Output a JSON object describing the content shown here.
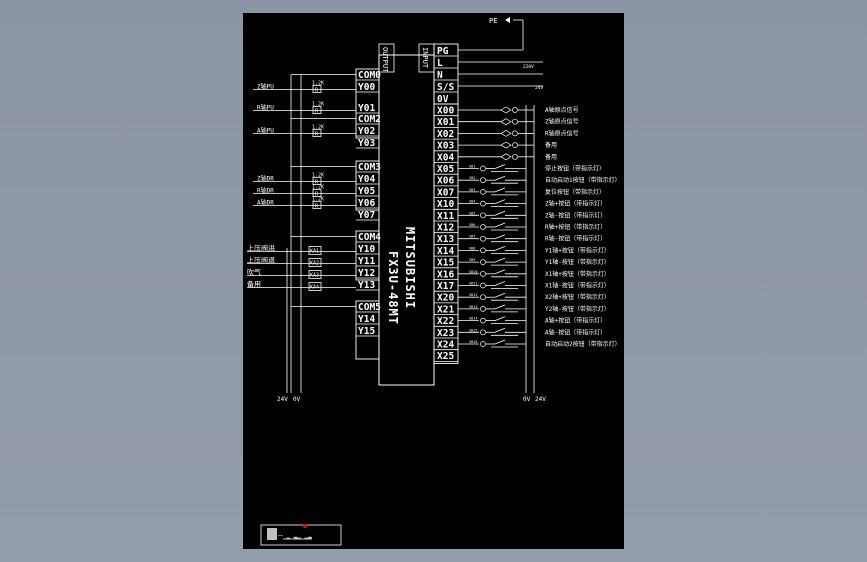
{
  "colors": {
    "background": "#8e97a6",
    "sheet": "#000000",
    "line": "#ffffff",
    "accent": "#ff0000"
  },
  "plc": {
    "model": "FX3U-48MT",
    "brand": "MITSUBISHI",
    "output_label": "OUTPUT",
    "input_label": "INPUT"
  },
  "power": {
    "pe": "PE",
    "pg": "PG",
    "l": "L",
    "n": "N",
    "ss": "S/S",
    "zero_v": "0V",
    "ac": "220V",
    "dc": "24V"
  },
  "outputs": [
    {
      "id": "o_com0",
      "label": "COM0"
    },
    {
      "id": "o_y00",
      "label": "Y00",
      "wire": "Z轴PU",
      "res": "1.2K"
    },
    {
      "id": "o_com2",
      "label": "COM2"
    },
    {
      "id": "o_y01",
      "label": "Y01",
      "wire": "R轴PU",
      "res": "1.2K"
    },
    {
      "id": "o_y02",
      "label": "Y02",
      "wire": "A轴PU",
      "res": "1.2K"
    },
    {
      "id": "o_y03",
      "label": "Y03"
    },
    {
      "id": "o_com3",
      "label": "COM3"
    },
    {
      "id": "o_y04",
      "label": "Y04",
      "wire": "Z轴DR",
      "res": "1.2K"
    },
    {
      "id": "o_y05",
      "label": "Y05",
      "wire": "R轴DR",
      "res": "1.2K"
    },
    {
      "id": "o_y06",
      "label": "Y06",
      "wire": "A轴DR",
      "res": "1.2K"
    },
    {
      "id": "o_y07",
      "label": "Y07"
    },
    {
      "id": "o_com4",
      "label": "COM4"
    },
    {
      "id": "o_y10",
      "label": "Y10",
      "wire": "上压阀进",
      "relay": "KA1"
    },
    {
      "id": "o_y11",
      "label": "Y11",
      "wire": "上压阀退",
      "relay": "KA2"
    },
    {
      "id": "o_y12",
      "label": "Y12",
      "wire": "吹气",
      "relay": "KA3"
    },
    {
      "id": "o_y13",
      "label": "Y13",
      "wire": "备用",
      "relay": "KA4"
    },
    {
      "id": "o_com5",
      "label": "COM5"
    },
    {
      "id": "o_y14",
      "label": "Y14"
    },
    {
      "id": "o_y15",
      "label": "Y15"
    }
  ],
  "inputs": [
    {
      "label": "X00",
      "desc": "A轴原点信号",
      "kind": "sensor"
    },
    {
      "label": "X01",
      "desc": "Z轴原点信号",
      "kind": "sensor"
    },
    {
      "label": "X02",
      "desc": "R轴原点信号",
      "kind": "sensor"
    },
    {
      "label": "X03",
      "desc": "备用",
      "kind": "sensor"
    },
    {
      "label": "X04",
      "desc": "备用",
      "kind": "sensor"
    },
    {
      "label": "X05",
      "desc": "停止按钮（带指示灯）",
      "kind": "button",
      "tag": "SB1"
    },
    {
      "label": "X06",
      "desc": "自动启动1按钮（带指示灯）",
      "kind": "button",
      "tag": "SB2"
    },
    {
      "label": "X07",
      "desc": "复位按钮（带指示灯）",
      "kind": "button",
      "tag": "SB3"
    },
    {
      "label": "X10",
      "desc": "Z轴+按钮（带指示灯）",
      "kind": "button",
      "tag": "SB4"
    },
    {
      "label": "X11",
      "desc": "Z轴-按钮（带指示灯）",
      "kind": "button",
      "tag": "SB5"
    },
    {
      "label": "X12",
      "desc": "R轴+按钮（带指示灯）",
      "kind": "button",
      "tag": "SB6"
    },
    {
      "label": "X13",
      "desc": "R轴-按钮（带指示灯）",
      "kind": "button",
      "tag": "SB7"
    },
    {
      "label": "X14",
      "desc": "Y1轴+按钮（带指示灯）",
      "kind": "button",
      "tag": "SB8"
    },
    {
      "label": "X15",
      "desc": "Y1轴-按钮（带指示灯）",
      "kind": "button",
      "tag": "SB9"
    },
    {
      "label": "X16",
      "desc": "X1轴+按钮（带指示灯）",
      "kind": "button",
      "tag": "SB10"
    },
    {
      "label": "X17",
      "desc": "X1轴-按钮（带指示灯）",
      "kind": "button",
      "tag": "SB11"
    },
    {
      "label": "X20",
      "desc": "X2轴+按钮（带指示灯）",
      "kind": "button",
      "tag": "SB12"
    },
    {
      "label": "X21",
      "desc": "Y2轴-按钮（带指示灯）",
      "kind": "button",
      "tag": "SB13"
    },
    {
      "label": "X22",
      "desc": "A轴+按钮（带指示灯）",
      "kind": "button",
      "tag": "SB14"
    },
    {
      "label": "X23",
      "desc": "A轴-按钮（带指示灯）",
      "kind": "button",
      "tag": "SB15"
    },
    {
      "label": "X24",
      "desc": "自动启动2按钮（带指示灯）",
      "kind": "button",
      "tag": "SB16"
    },
    {
      "label": "X25",
      "kind": "none"
    }
  ],
  "bus_left": {
    "p24": "24V",
    "ov": "0V"
  },
  "bus_right": {
    "ov": "0V",
    "p24": "24V"
  }
}
